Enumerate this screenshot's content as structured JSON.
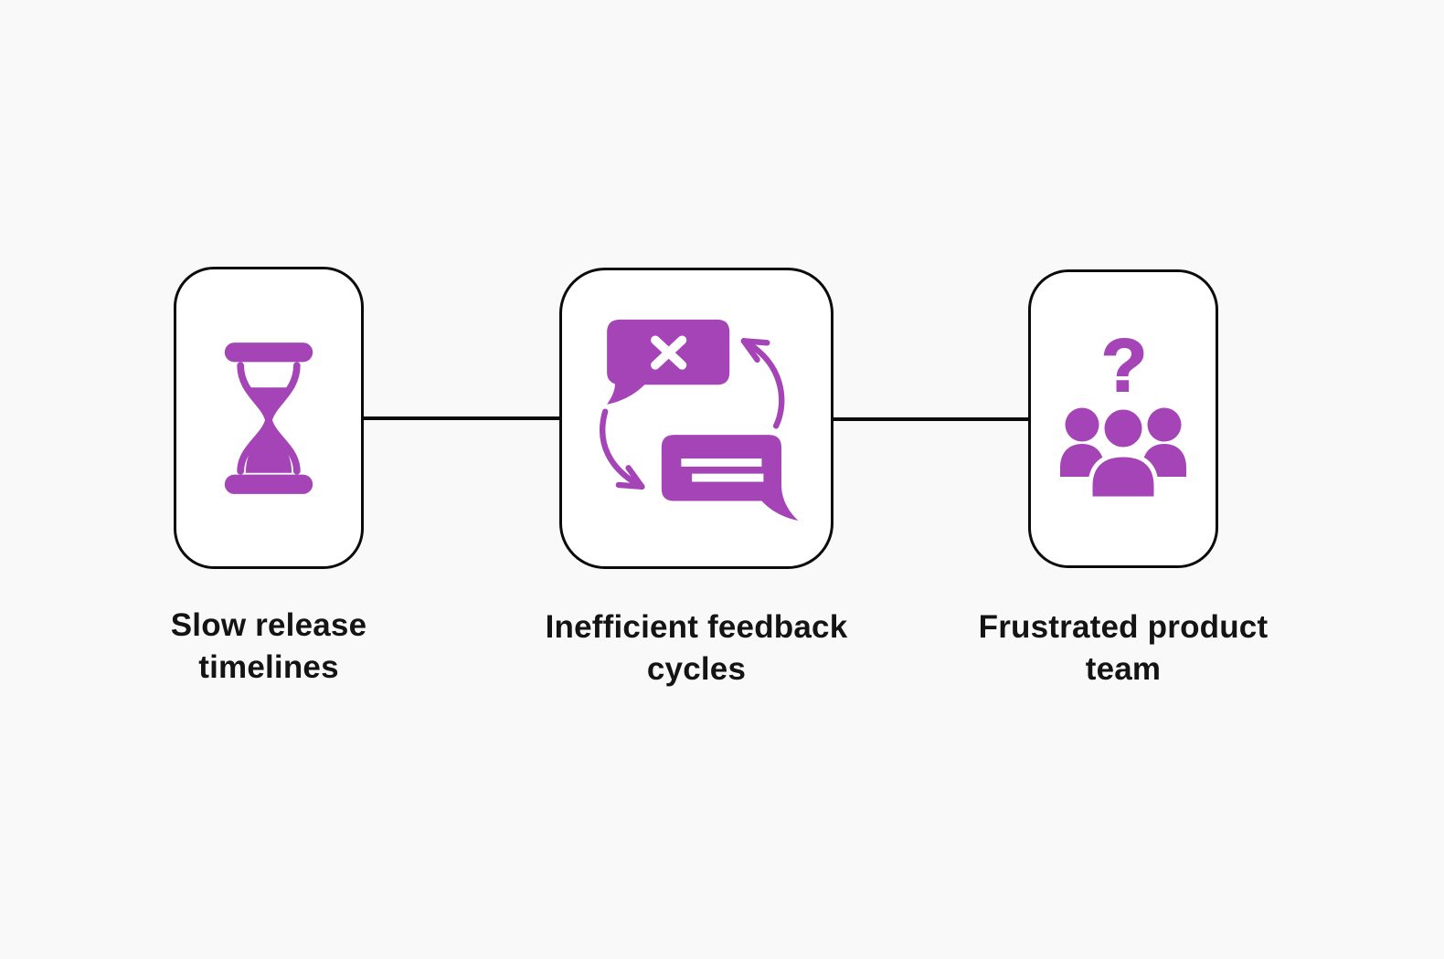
{
  "canvas": {
    "background_color": "#FAF9F9",
    "card_background": "#FFFFFF",
    "outline_color": "#0B0B0B",
    "accent_color": "#A444B6",
    "text_color": "#141414"
  },
  "cards": [
    {
      "icon": "hourglass-icon",
      "label_line1": "Slow release",
      "label_line2": "timelines"
    },
    {
      "icon": "feedback-cycle-icon",
      "label_line1": "Inefficient feedback",
      "label_line2": "cycles"
    },
    {
      "icon": "frustrated-team-icon",
      "label_line1": "Frustrated product",
      "label_line2": "team"
    }
  ]
}
